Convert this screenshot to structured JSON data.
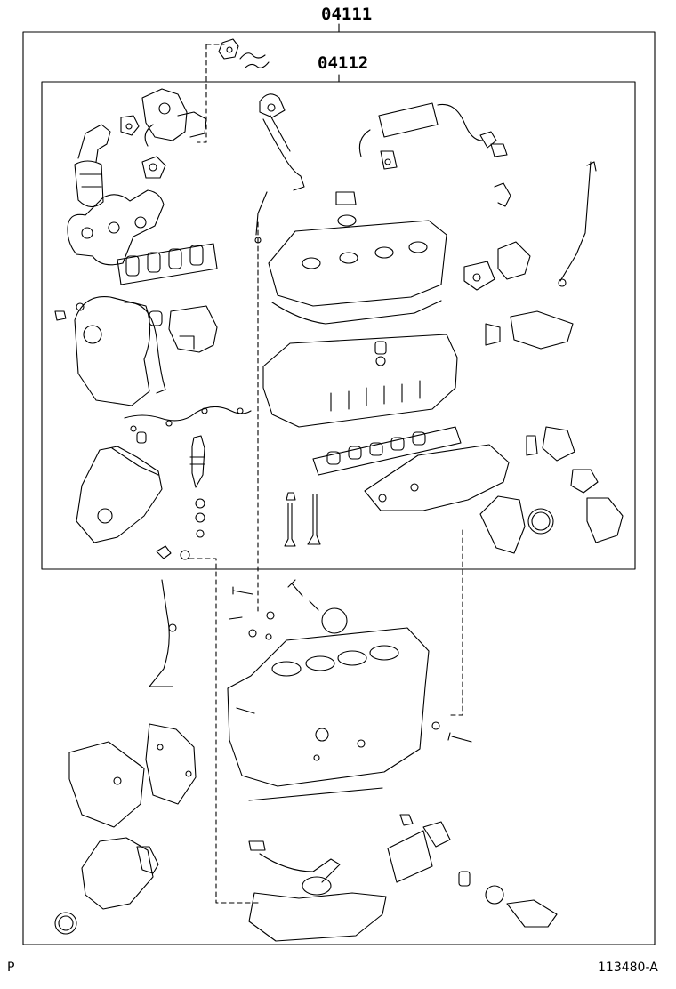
{
  "assembly": {
    "outer_kit_number": "04111",
    "inner_kit_number": "04112"
  },
  "footer": {
    "left_code": "P",
    "illustration_id": "113480-A"
  },
  "colors": {
    "line": "#000000",
    "background": "#ffffff"
  }
}
